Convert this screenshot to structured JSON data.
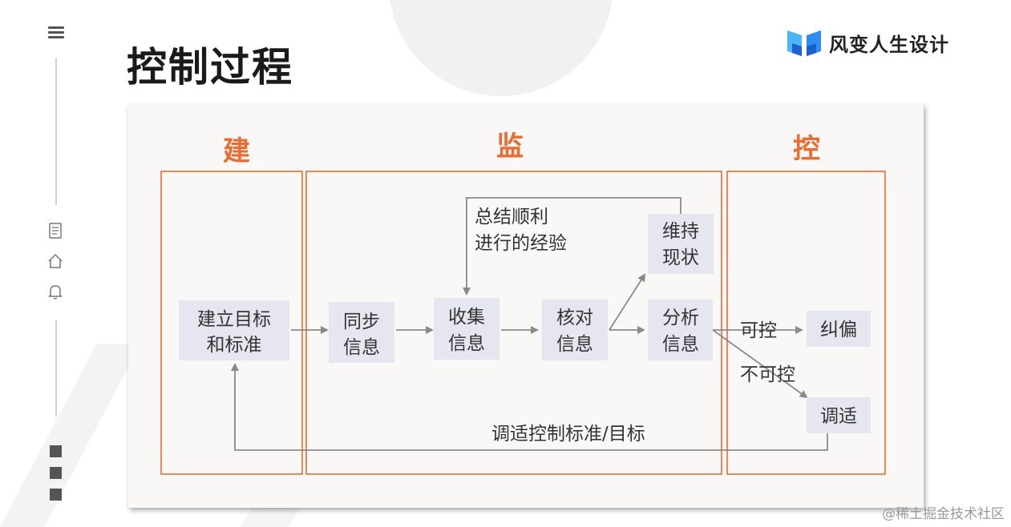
{
  "page": {
    "title": "控制过程"
  },
  "logo": {
    "text": "风变人生设计",
    "icon": "book-logo-icon",
    "colors": [
      "#2f8cf0",
      "#4ab6f5",
      "#1c5fd1"
    ]
  },
  "sidebar": {
    "icons": [
      "menu-icon",
      "document-icon",
      "home-icon",
      "bell-icon"
    ]
  },
  "diagram": {
    "accent_color": "#ef6a2e",
    "node_fill": "#e6e6f1",
    "sections": [
      {
        "id": "build",
        "label": "建"
      },
      {
        "id": "monitor",
        "label": "监"
      },
      {
        "id": "control",
        "label": "控"
      }
    ],
    "nodes": {
      "set_goal": [
        "建立目标",
        "和标准"
      ],
      "sync": [
        "同步",
        "信息"
      ],
      "collect": [
        "收集",
        "信息"
      ],
      "verify": [
        "核对",
        "信息"
      ],
      "maintain": [
        "维持",
        "现状"
      ],
      "analyze": [
        "分析",
        "信息"
      ],
      "correct": [
        "纠偏"
      ],
      "adjust": [
        "调适"
      ]
    },
    "edge_labels": {
      "summary": [
        "总结顺利",
        "进行的经验"
      ],
      "controllable": "可控",
      "uncontrollable": "不可控",
      "feedback": "调适控制标准/目标"
    }
  },
  "watermark": "@稀土掘金技术社区"
}
